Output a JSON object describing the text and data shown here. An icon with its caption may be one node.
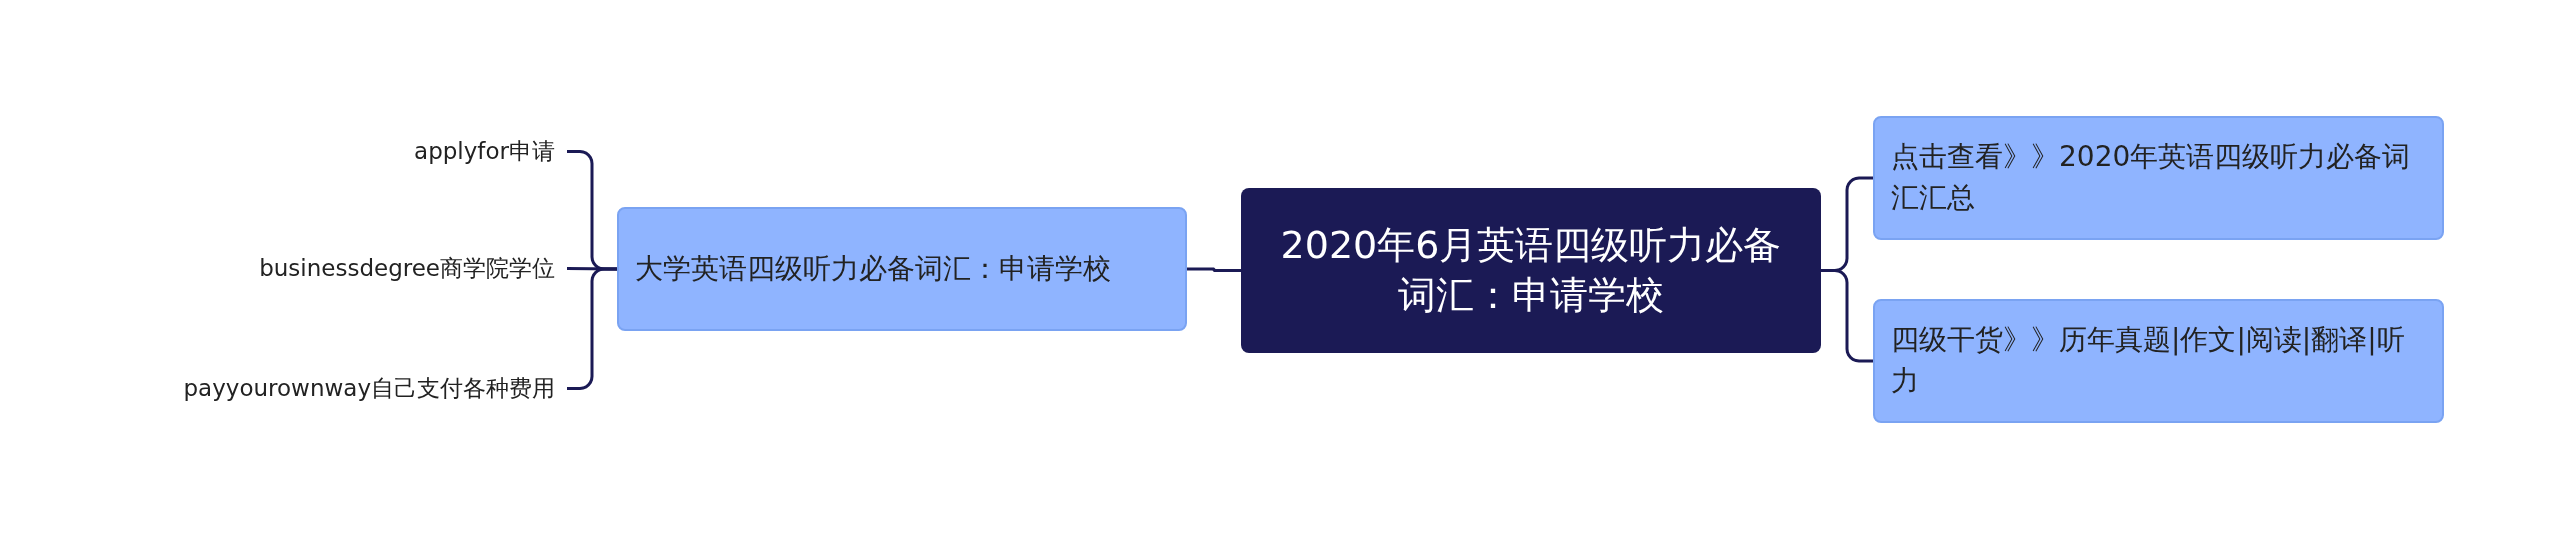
{
  "diagram": {
    "nodes": [
      {
        "text": [
          "2020年6月英语四级听力必备词汇：申请学校"
        ]
      },
      {
        "text": [
          "大学英语四级听力必备词汇：申请学校"
        ]
      },
      {
        "text": [
          "applyfor申请"
        ]
      },
      {
        "text": [
          "businessdegree商学院学位"
        ]
      },
      {
        "text": [
          "payyourownway自己支付各种费用"
        ]
      },
      {
        "text": [
          "点击查看》》2020年英语四级听力必备词汇汇总"
        ]
      },
      {
        "text": [
          "四级干货》》历年真题|作文|阅读|翻译|听力"
        ]
      }
    ],
    "edges": [
      {
        "from": 0,
        "to": 1,
        "arrow": "none"
      },
      {
        "from": 1,
        "to": 2,
        "arrow": "none"
      },
      {
        "from": 1,
        "to": 3,
        "arrow": "none"
      },
      {
        "from": 1,
        "to": 4,
        "arrow": "none"
      },
      {
        "from": 0,
        "to": 5,
        "arrow": "none"
      },
      {
        "from": 0,
        "to": 6,
        "arrow": "none"
      }
    ]
  }
}
